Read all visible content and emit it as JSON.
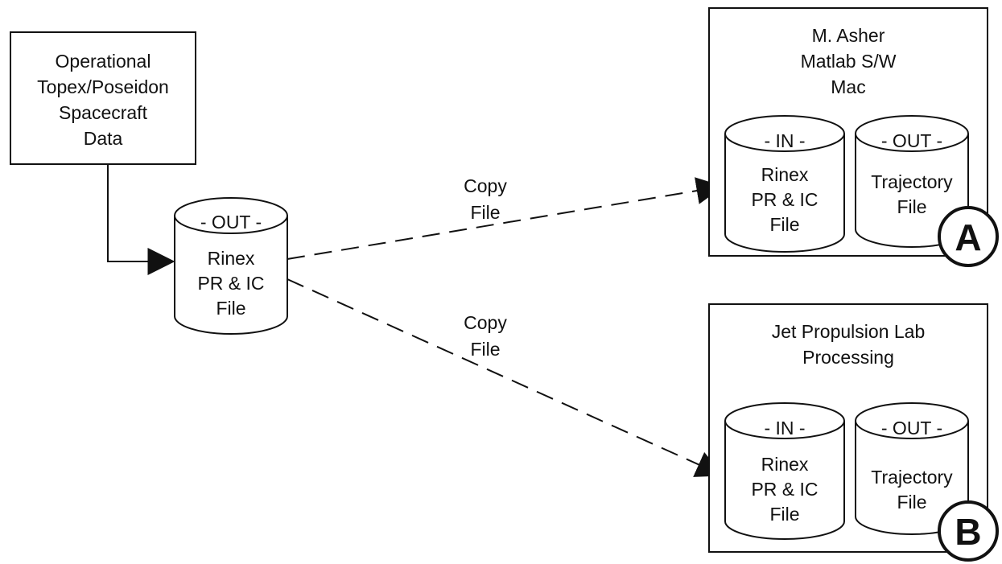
{
  "source_box": {
    "lines": [
      "Operational",
      "Topex/Poseidon",
      "Spacecraft",
      "Data"
    ]
  },
  "source_cylinder": {
    "tag": "- OUT -",
    "lines": [
      "Rinex",
      "PR & IC",
      "File"
    ]
  },
  "edges": [
    {
      "lines": [
        "Copy",
        "File"
      ]
    },
    {
      "lines": [
        "Copy",
        "File"
      ]
    }
  ],
  "station_a": {
    "title_lines": [
      "M. Asher",
      "Matlab S/W",
      "Mac"
    ],
    "badge": "A",
    "in_cylinder": {
      "tag": "- IN -",
      "lines": [
        "Rinex",
        "PR & IC",
        "File"
      ]
    },
    "out_cylinder": {
      "tag": "- OUT -",
      "lines": [
        "Trajectory",
        "File"
      ]
    }
  },
  "station_b": {
    "title_lines": [
      "Jet Propulsion Lab",
      "Processing"
    ],
    "badge": "B",
    "in_cylinder": {
      "tag": "- IN -",
      "lines": [
        "Rinex",
        "PR & IC",
        "File"
      ]
    },
    "out_cylinder": {
      "tag": "- OUT -",
      "lines": [
        "Trajectory",
        "File"
      ]
    }
  }
}
